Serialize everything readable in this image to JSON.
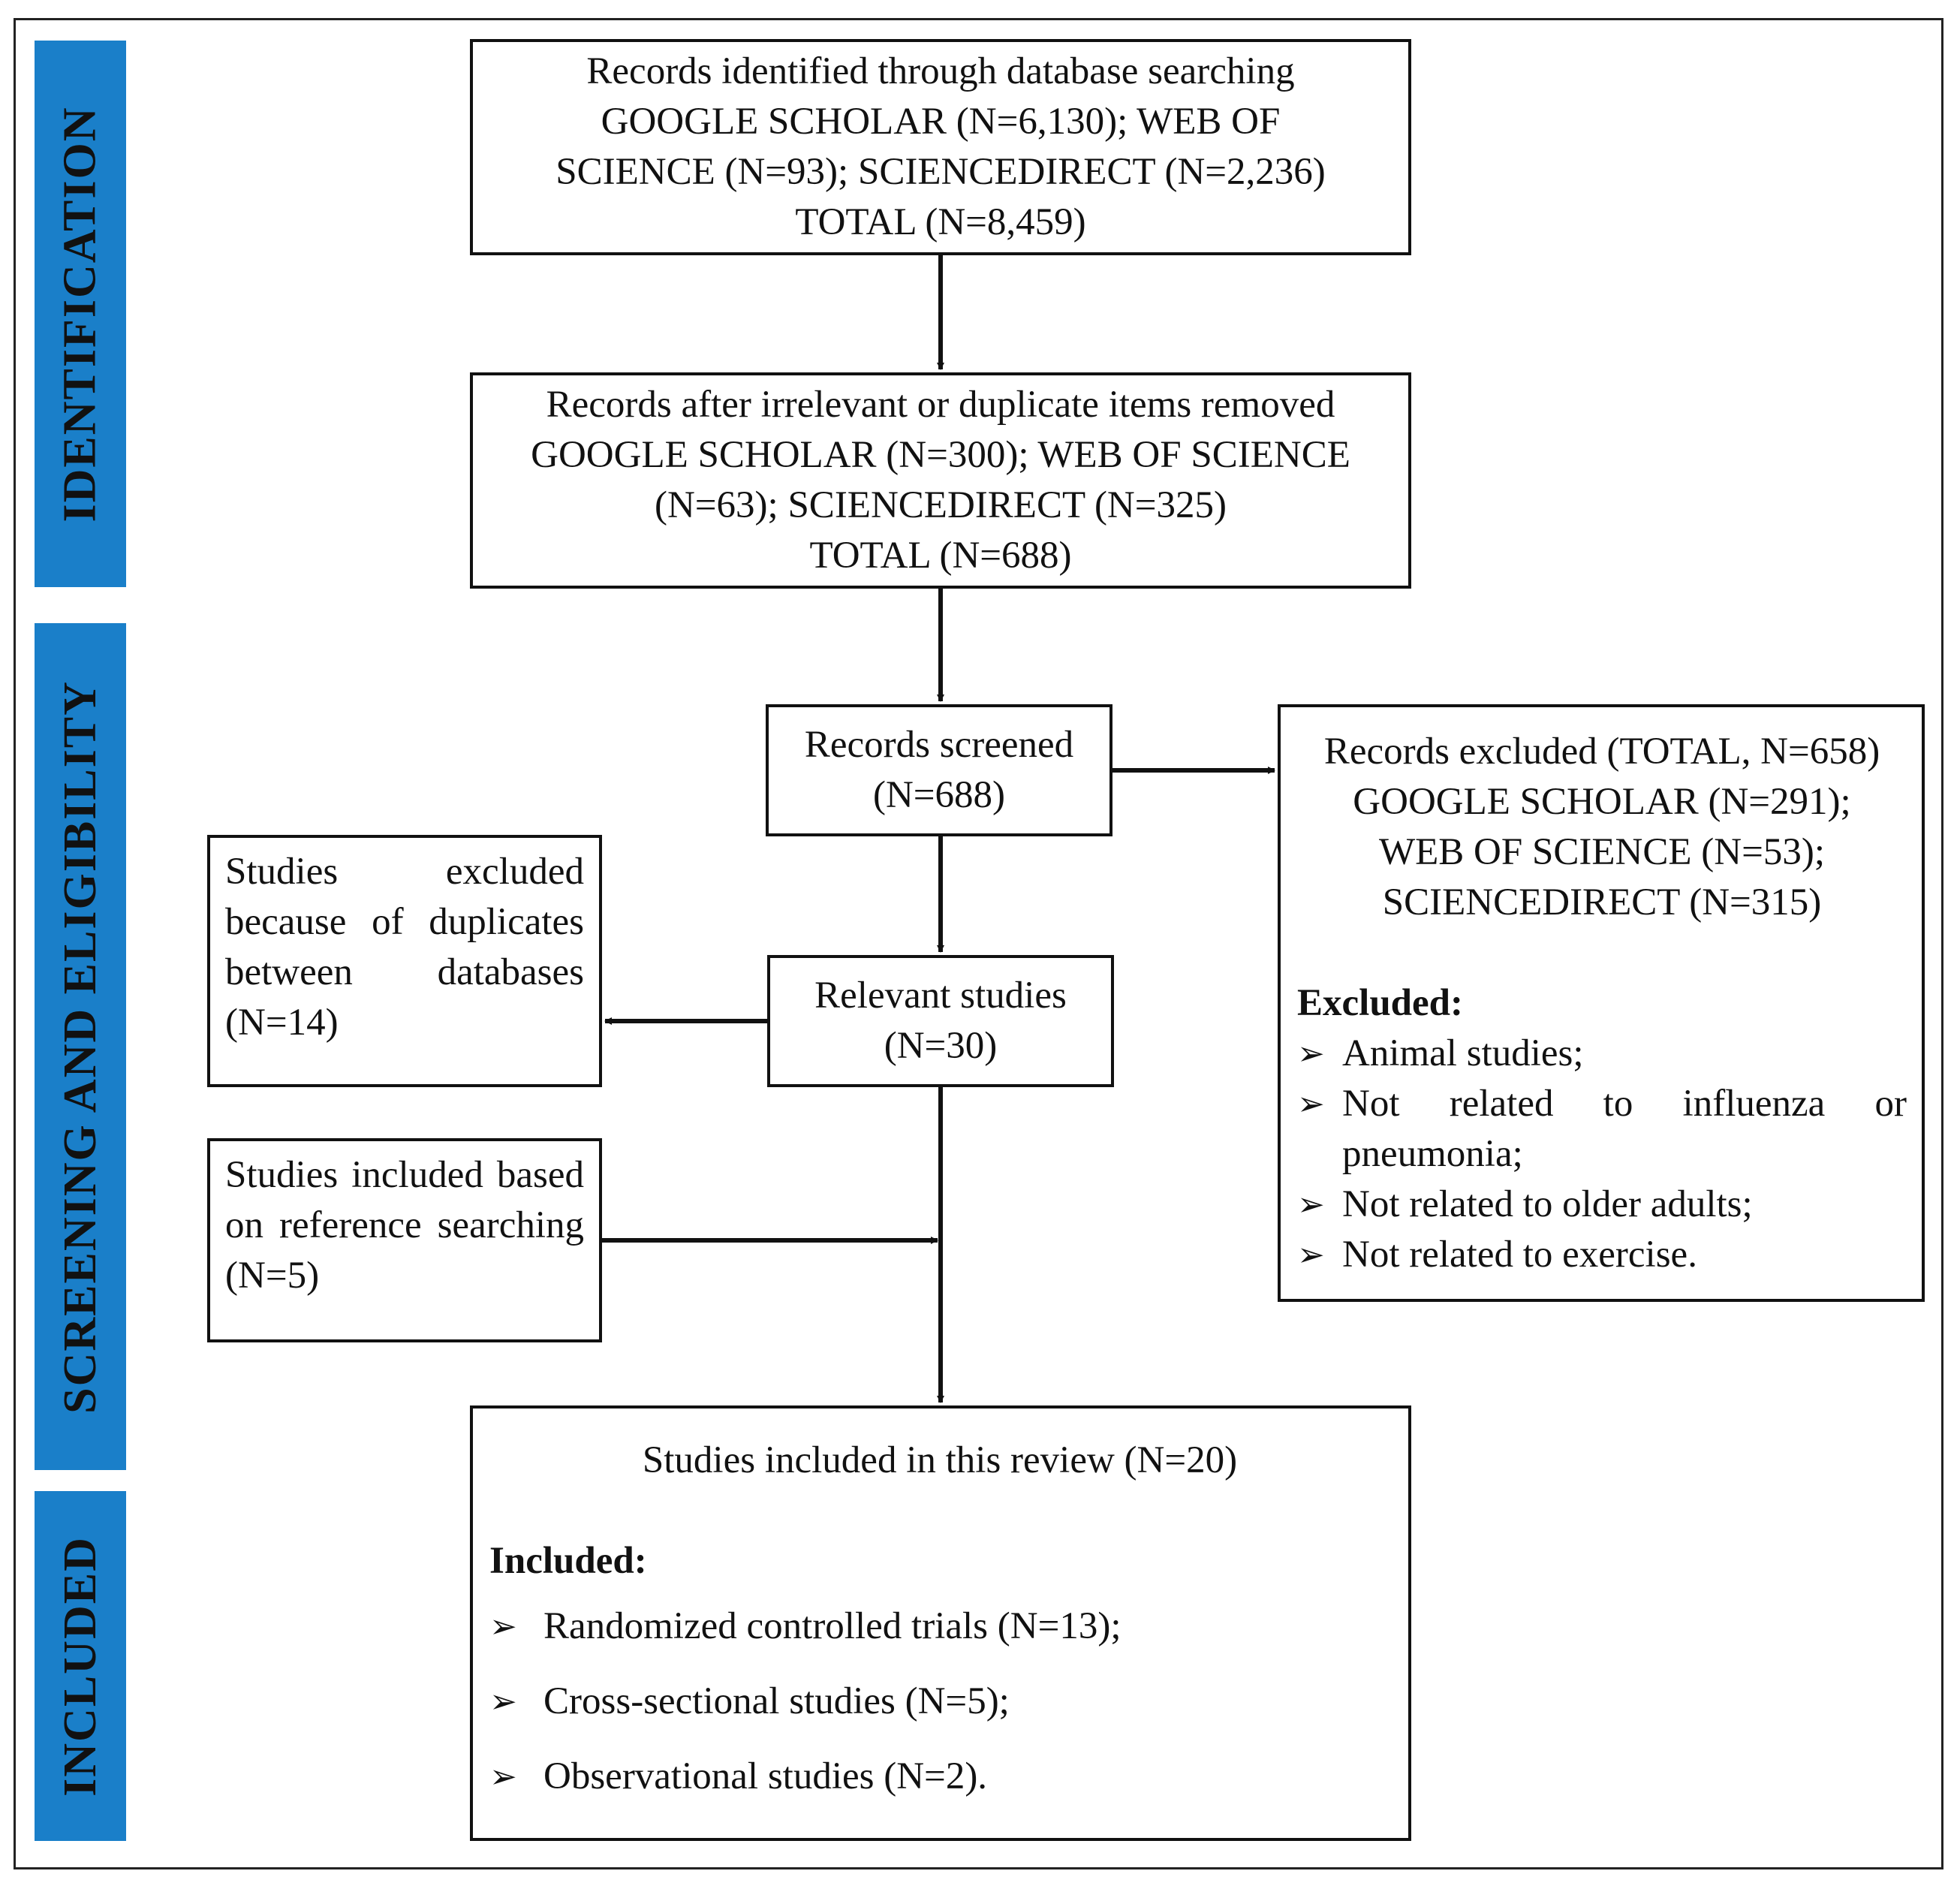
{
  "phases": {
    "identification": "IDENTIFICATION",
    "screening": "SCREENING AND ELIGIBILITY",
    "included": "INCLUDED"
  },
  "boxes": {
    "identified": {
      "lines": [
        "Records identified through database searching",
        "GOOGLE SCHOLAR (N=6,130); WEB OF",
        "SCIENCE (N=93); SCIENCEDIRECT (N=2,236)",
        "TOTAL (N=8,459)"
      ]
    },
    "after_removal": {
      "lines": [
        "Records after irrelevant or duplicate items removed",
        "GOOGLE SCHOLAR (N=300); WEB OF SCIENCE",
        "(N=63); SCIENCEDIRECT (N=325)",
        "TOTAL (N=688)"
      ]
    },
    "screened": {
      "lines": [
        "Records screened",
        "(N=688)"
      ]
    },
    "excluded_records": {
      "lines": [
        "Records excluded (TOTAL, N=658)",
        "GOOGLE SCHOLAR (N=291);",
        "WEB OF SCIENCE (N=53);",
        "SCIENCEDIRECT (N=315)"
      ],
      "heading": "Excluded:",
      "items": [
        "Animal studies;",
        "Not related to influenza or pneumonia;",
        "Not related to older adults;",
        "Not related to exercise."
      ]
    },
    "relevant": {
      "lines": [
        "Relevant studies",
        "(N=30)"
      ]
    },
    "duplicates": {
      "text": "Studies excluded because of duplicates between databases (N=14)"
    },
    "reference": {
      "text": "Studies included based on reference searching (N=5)"
    },
    "included": {
      "title": "Studies included in this review (N=20)",
      "heading": "Included:",
      "items": [
        "Randomized controlled trials (N=13);",
        "Cross-sectional studies (N=5);",
        "Observational studies (N=2)."
      ]
    }
  },
  "bullet_symbol": "➢",
  "colors": {
    "phase_bar": "#1a7fc9",
    "line": "#111111"
  }
}
